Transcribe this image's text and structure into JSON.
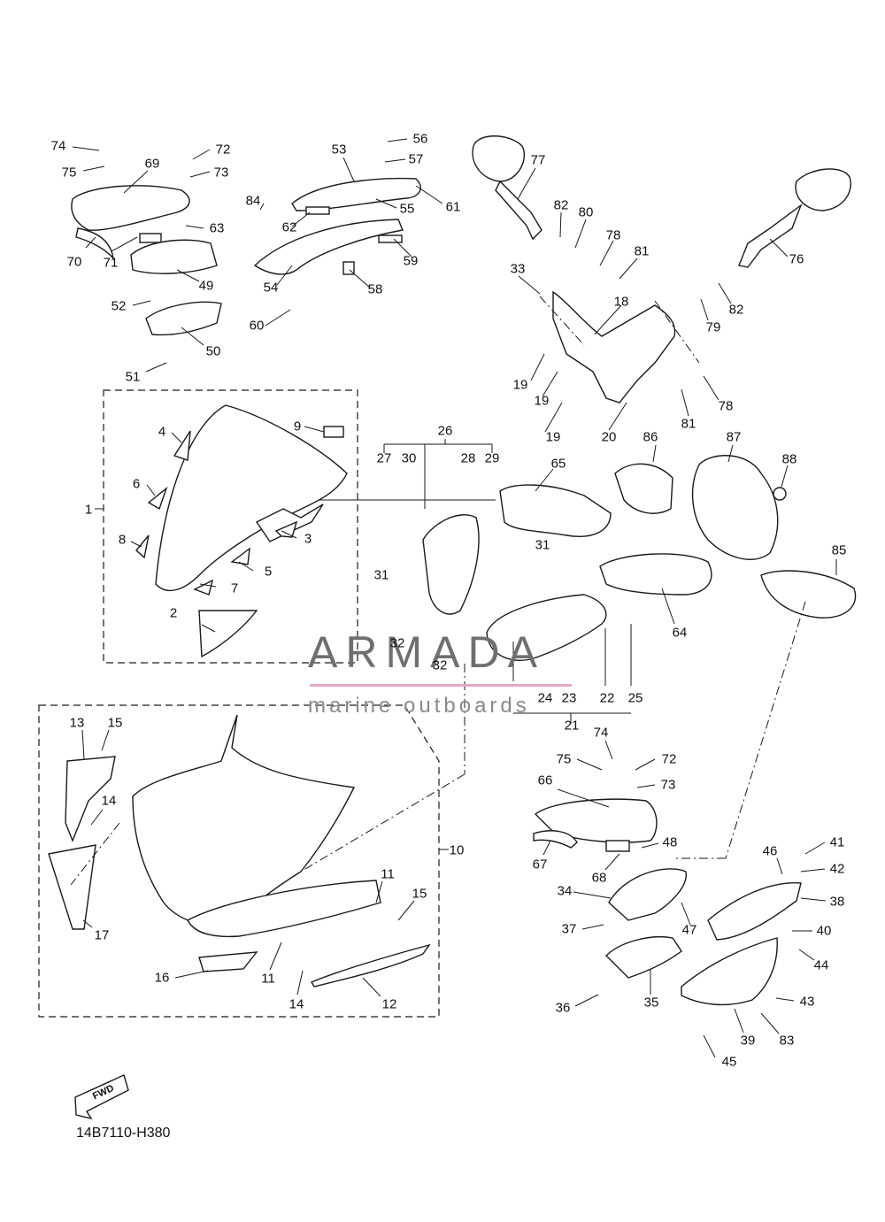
{
  "diagram": {
    "code": "14B7110-H380",
    "fwd_label": "FWD"
  },
  "watermark": {
    "brand": "ARMADA",
    "tagline": "marine outboards"
  },
  "callouts": [
    {
      "id": "c74a",
      "text": "74"
    },
    {
      "id": "c75a",
      "text": "75"
    },
    {
      "id": "c69",
      "text": "69"
    },
    {
      "id": "c72a",
      "text": "72"
    },
    {
      "id": "c73a",
      "text": "73"
    },
    {
      "id": "c70",
      "text": "70"
    },
    {
      "id": "c71",
      "text": "71"
    },
    {
      "id": "c63",
      "text": "63"
    },
    {
      "id": "c49",
      "text": "49"
    },
    {
      "id": "c52",
      "text": "52"
    },
    {
      "id": "c50",
      "text": "50"
    },
    {
      "id": "c51",
      "text": "51"
    },
    {
      "id": "c53",
      "text": "53"
    },
    {
      "id": "c56",
      "text": "56"
    },
    {
      "id": "c57",
      "text": "57"
    },
    {
      "id": "c61",
      "text": "61"
    },
    {
      "id": "c55",
      "text": "55"
    },
    {
      "id": "c84",
      "text": "84"
    },
    {
      "id": "c62",
      "text": "62"
    },
    {
      "id": "c59",
      "text": "59"
    },
    {
      "id": "c54",
      "text": "54"
    },
    {
      "id": "c58",
      "text": "58"
    },
    {
      "id": "c60",
      "text": "60"
    },
    {
      "id": "c77",
      "text": "77"
    },
    {
      "id": "c82a",
      "text": "82"
    },
    {
      "id": "c80",
      "text": "80"
    },
    {
      "id": "c78a",
      "text": "78"
    },
    {
      "id": "c81a",
      "text": "81"
    },
    {
      "id": "c76",
      "text": "76"
    },
    {
      "id": "c33",
      "text": "33"
    },
    {
      "id": "c18",
      "text": "18"
    },
    {
      "id": "c82b",
      "text": "82"
    },
    {
      "id": "c79",
      "text": "79"
    },
    {
      "id": "c19a",
      "text": "19"
    },
    {
      "id": "c19b",
      "text": "19"
    },
    {
      "id": "c19c",
      "text": "19"
    },
    {
      "id": "c20",
      "text": "20"
    },
    {
      "id": "c81b",
      "text": "81"
    },
    {
      "id": "c78b",
      "text": "78"
    },
    {
      "id": "c9",
      "text": "9"
    },
    {
      "id": "c4",
      "text": "4"
    },
    {
      "id": "c6",
      "text": "6"
    },
    {
      "id": "c1",
      "text": "1"
    },
    {
      "id": "c8",
      "text": "8"
    },
    {
      "id": "c3",
      "text": "3"
    },
    {
      "id": "c5",
      "text": "5"
    },
    {
      "id": "c7",
      "text": "7"
    },
    {
      "id": "c2",
      "text": "2"
    },
    {
      "id": "c26",
      "text": "26"
    },
    {
      "id": "c27",
      "text": "27"
    },
    {
      "id": "c30",
      "text": "30"
    },
    {
      "id": "c28",
      "text": "28"
    },
    {
      "id": "c29",
      "text": "29"
    },
    {
      "id": "c65",
      "text": "65"
    },
    {
      "id": "c86",
      "text": "86"
    },
    {
      "id": "c87",
      "text": "87"
    },
    {
      "id": "c88",
      "text": "88"
    },
    {
      "id": "c31a",
      "text": "31"
    },
    {
      "id": "c31b",
      "text": "31"
    },
    {
      "id": "c85",
      "text": "85"
    },
    {
      "id": "c64",
      "text": "64"
    },
    {
      "id": "c32a",
      "text": "32"
    },
    {
      "id": "c32b",
      "text": "32"
    },
    {
      "id": "c24",
      "text": "24"
    },
    {
      "id": "c23",
      "text": "23"
    },
    {
      "id": "c22",
      "text": "22"
    },
    {
      "id": "c25",
      "text": "25"
    },
    {
      "id": "c21",
      "text": "21"
    },
    {
      "id": "c13",
      "text": "13"
    },
    {
      "id": "c15a",
      "text": "15"
    },
    {
      "id": "c14a",
      "text": "14"
    },
    {
      "id": "c10",
      "text": "10"
    },
    {
      "id": "c17",
      "text": "17"
    },
    {
      "id": "c11a",
      "text": "11"
    },
    {
      "id": "c15b",
      "text": "15"
    },
    {
      "id": "c16",
      "text": "16"
    },
    {
      "id": "c11b",
      "text": "11"
    },
    {
      "id": "c14b",
      "text": "14"
    },
    {
      "id": "c12",
      "text": "12"
    },
    {
      "id": "c74b",
      "text": "74"
    },
    {
      "id": "c75b",
      "text": "75"
    },
    {
      "id": "c72b",
      "text": "72"
    },
    {
      "id": "c66",
      "text": "66"
    },
    {
      "id": "c73b",
      "text": "73"
    },
    {
      "id": "c67",
      "text": "67"
    },
    {
      "id": "c68",
      "text": "68"
    },
    {
      "id": "c48",
      "text": "48"
    },
    {
      "id": "c46",
      "text": "46"
    },
    {
      "id": "c41",
      "text": "41"
    },
    {
      "id": "c42",
      "text": "42"
    },
    {
      "id": "c34",
      "text": "34"
    },
    {
      "id": "c38",
      "text": "38"
    },
    {
      "id": "c47",
      "text": "47"
    },
    {
      "id": "c37",
      "text": "37"
    },
    {
      "id": "c40",
      "text": "40"
    },
    {
      "id": "c44",
      "text": "44"
    },
    {
      "id": "c36",
      "text": "36"
    },
    {
      "id": "c35",
      "text": "35"
    },
    {
      "id": "c43",
      "text": "43"
    },
    {
      "id": "c39",
      "text": "39"
    },
    {
      "id": "c83",
      "text": "83"
    },
    {
      "id": "c45",
      "text": "45"
    }
  ]
}
